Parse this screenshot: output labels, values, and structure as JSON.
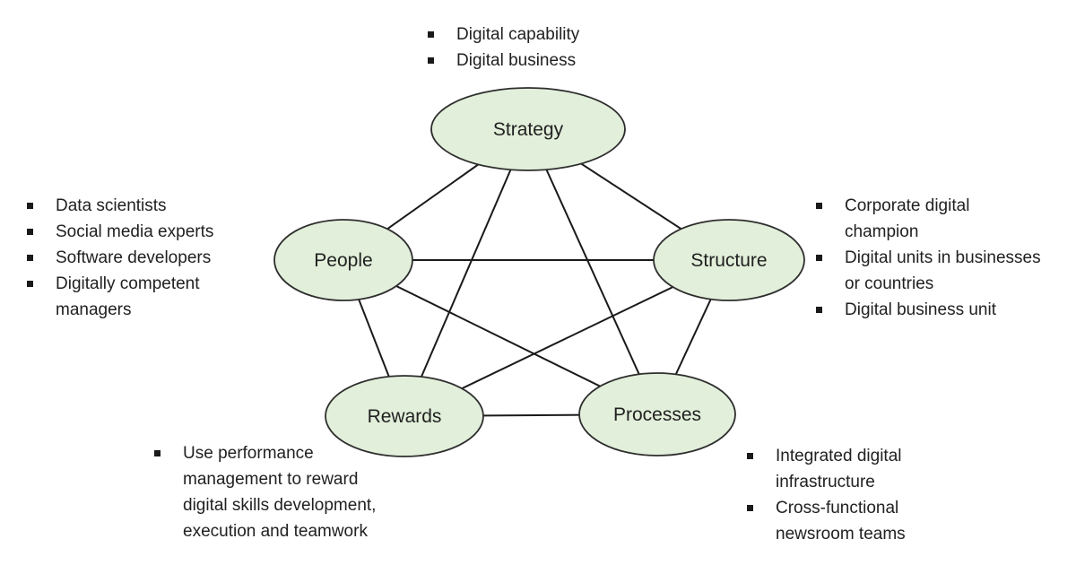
{
  "diagram": {
    "name": "star-model",
    "colors": {
      "node_fill": "#e2efda",
      "node_stroke": "#2e2e2e",
      "edge_color": "#1a1a1a",
      "text_color": "#212121"
    },
    "nodes": {
      "strategy": {
        "label": "Strategy"
      },
      "people": {
        "label": "People"
      },
      "structure": {
        "label": "Structure"
      },
      "rewards": {
        "label": "Rewards"
      },
      "processes": {
        "label": "Processes"
      }
    },
    "edges": [
      [
        "strategy",
        "people"
      ],
      [
        "strategy",
        "structure"
      ],
      [
        "strategy",
        "rewards"
      ],
      [
        "strategy",
        "processes"
      ],
      [
        "people",
        "structure"
      ],
      [
        "people",
        "rewards"
      ],
      [
        "people",
        "processes"
      ],
      [
        "structure",
        "rewards"
      ],
      [
        "structure",
        "processes"
      ],
      [
        "rewards",
        "processes"
      ]
    ]
  },
  "lists": {
    "strategy": {
      "items": [
        "Digital capability",
        "Digital business"
      ]
    },
    "people": {
      "items": [
        "Data scientists",
        "Social media experts",
        "Software developers",
        "Digitally competent\nmanagers"
      ]
    },
    "structure": {
      "items": [
        "Corporate digital\nchampion",
        "Digital units in businesses\nor countries",
        "Digital business unit"
      ]
    },
    "rewards": {
      "items": [
        "Use performance\nmanagement to reward\ndigital skills development,\nexecution and teamwork"
      ]
    },
    "processes": {
      "items": [
        "Integrated digital\ninfrastructure",
        "Cross-functional\nnewsroom teams"
      ]
    }
  }
}
